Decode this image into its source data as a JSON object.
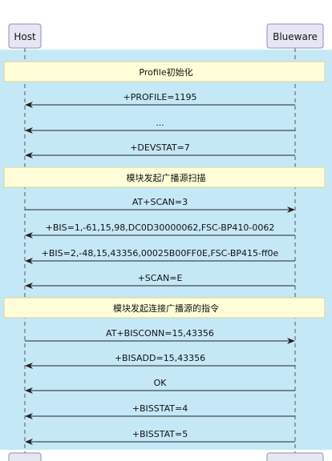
{
  "diagram": {
    "type": "sequence",
    "participants": [
      {
        "id": "host",
        "label": "Host"
      },
      {
        "id": "blueware",
        "label": "Blueware"
      }
    ],
    "steps": [
      {
        "kind": "divider",
        "text": "Profile初始化"
      },
      {
        "kind": "message",
        "from": "blueware",
        "to": "host",
        "text": "+PROFILE=1195"
      },
      {
        "kind": "message",
        "from": "blueware",
        "to": "host",
        "text": "..."
      },
      {
        "kind": "message",
        "from": "blueware",
        "to": "host",
        "text": "+DEVSTAT=7"
      },
      {
        "kind": "divider",
        "text": "模块发起广播源扫描"
      },
      {
        "kind": "message",
        "from": "host",
        "to": "blueware",
        "text": "AT+SCAN=3"
      },
      {
        "kind": "message",
        "from": "blueware",
        "to": "host",
        "text": "+BIS=1,-61,15,98,DC0D30000062,FSC-BP410-0062"
      },
      {
        "kind": "message",
        "from": "blueware",
        "to": "host",
        "text": "+BIS=2,-48,15,43356,00025B00FF0E,FSC-BP415-ff0e"
      },
      {
        "kind": "message",
        "from": "blueware",
        "to": "host",
        "text": "+SCAN=E"
      },
      {
        "kind": "divider",
        "text": "模块发起连接广播源的指令"
      },
      {
        "kind": "message",
        "from": "host",
        "to": "blueware",
        "text": "AT+BISCONN=15,43356"
      },
      {
        "kind": "message",
        "from": "blueware",
        "to": "host",
        "text": "+BISADD=15,43356"
      },
      {
        "kind": "message",
        "from": "blueware",
        "to": "host",
        "text": "OK"
      },
      {
        "kind": "message",
        "from": "blueware",
        "to": "host",
        "text": "+BISSTAT=4"
      },
      {
        "kind": "message",
        "from": "blueware",
        "to": "host",
        "text": "+BISSTAT=5"
      }
    ]
  },
  "colors": {
    "background": "#ffffff",
    "lifeline_area": "#c5e8f7",
    "participant_fill": "#e7e7f4",
    "participant_stroke": "#8c8cb8",
    "divider_fill": "#fffed8",
    "divider_stroke": "#d6d3a0",
    "line": "#222222",
    "lifeline": "#555555"
  }
}
